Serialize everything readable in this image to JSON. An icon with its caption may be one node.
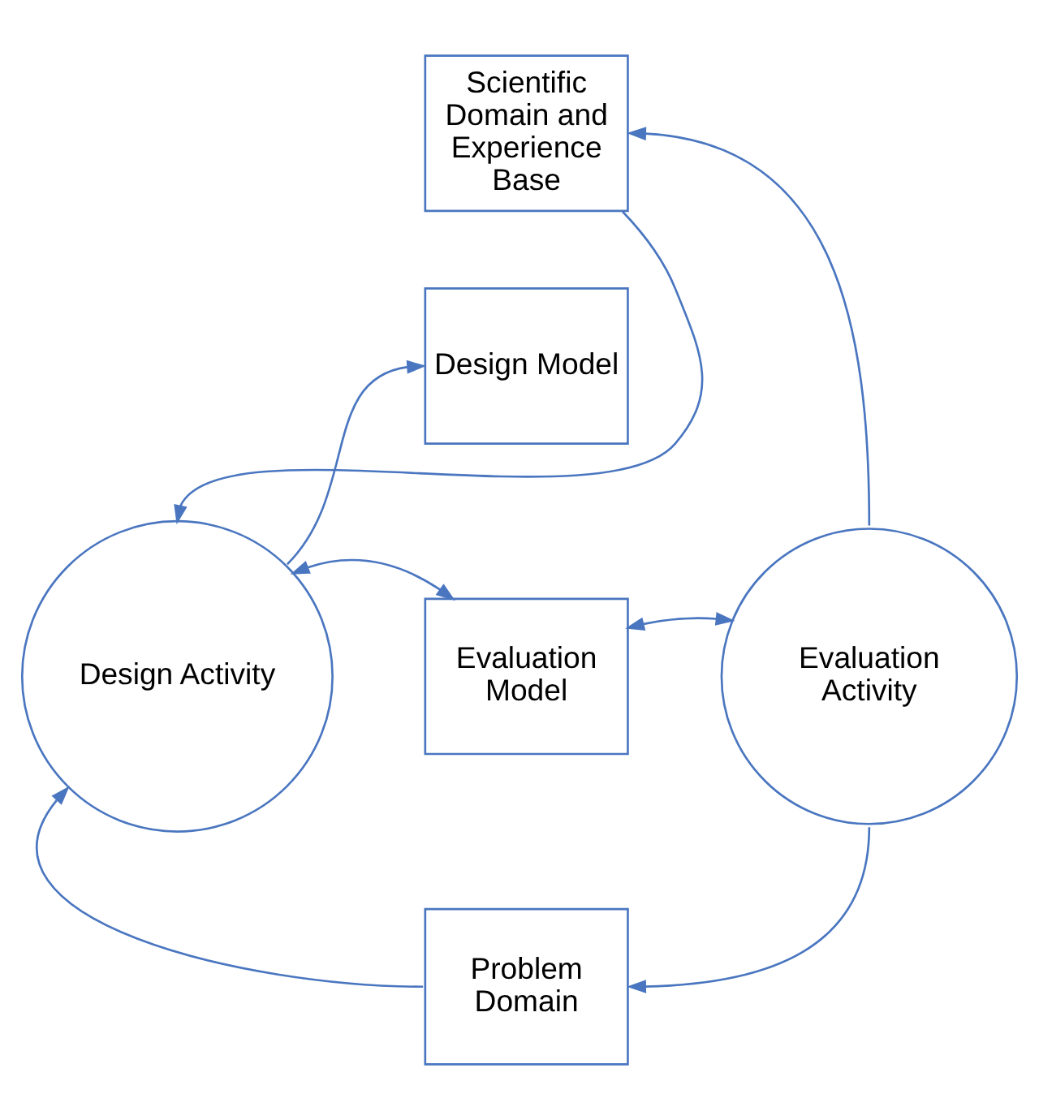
{
  "diagram": {
    "nodes": [
      {
        "text": [
          "Scientific Domain and Experience Base"
        ]
      },
      {
        "text": [
          "Design Model"
        ]
      },
      {
        "text": [
          "Design Activity"
        ]
      },
      {
        "text": [
          "Evaluation Model"
        ]
      },
      {
        "text": [
          "Evaluation Activity"
        ]
      },
      {
        "text": [
          "Problem Domain"
        ]
      }
    ],
    "edges": [
      {
        "from": 0,
        "to": 2,
        "arrow": "to"
      },
      {
        "from": 2,
        "to": 1,
        "arrow": "to"
      },
      {
        "from": 2,
        "to": 3,
        "arrow": "both"
      },
      {
        "from": 3,
        "to": 4,
        "arrow": "both"
      },
      {
        "from": 4,
        "to": 0,
        "arrow": "to"
      },
      {
        "from": 4,
        "to": 5,
        "arrow": "to"
      },
      {
        "from": 5,
        "to": 2,
        "arrow": "to"
      }
    ]
  }
}
